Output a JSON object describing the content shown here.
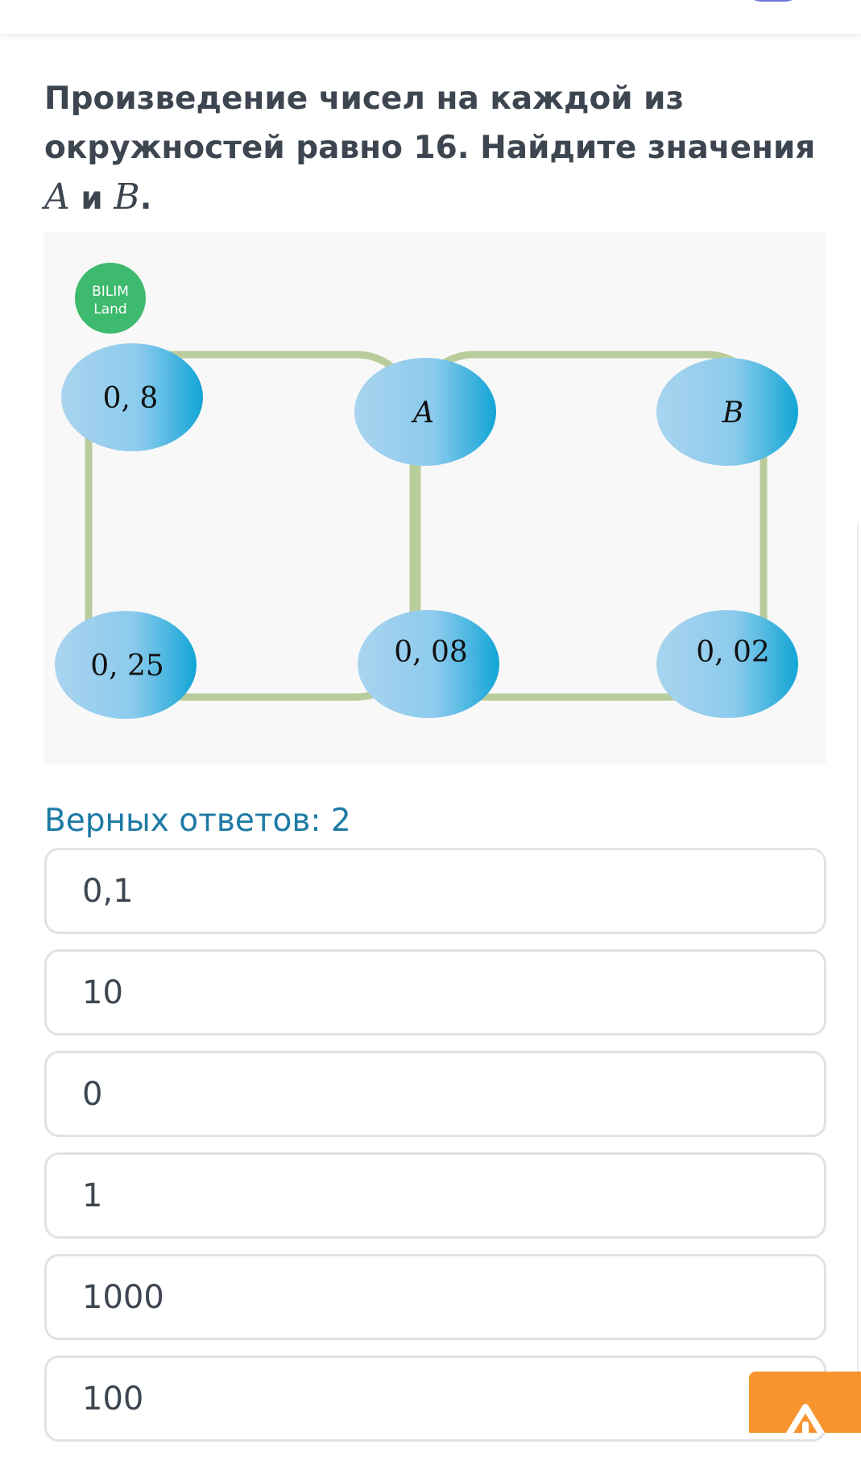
{
  "question": {
    "text_before": "Произведение чисел на каждой из окружностей равно 16. Найдите значения ",
    "var_a": "A",
    "conjunction": " и ",
    "var_b": "B",
    "end": "."
  },
  "figure": {
    "logo": {
      "line1": "BILIM",
      "line2": "Land",
      "color": "#3dba6e"
    },
    "nodes": {
      "top_left": "0, 8",
      "top_mid": "A",
      "top_right": "B",
      "bottom_left": "0, 25",
      "bottom_mid": "0, 08",
      "bottom_right": "0, 02"
    },
    "colors": {
      "node_light": "#a9d4ef",
      "node_dark": "#12a5d6",
      "loop": "#b9cc9c"
    }
  },
  "answers": {
    "count_label": "Верных ответов: 2",
    "options": [
      "0,1",
      "10",
      "0",
      "1",
      "1000",
      "100"
    ]
  },
  "alert_button": {
    "icon": "warning-icon",
    "color": "#f7942e"
  }
}
